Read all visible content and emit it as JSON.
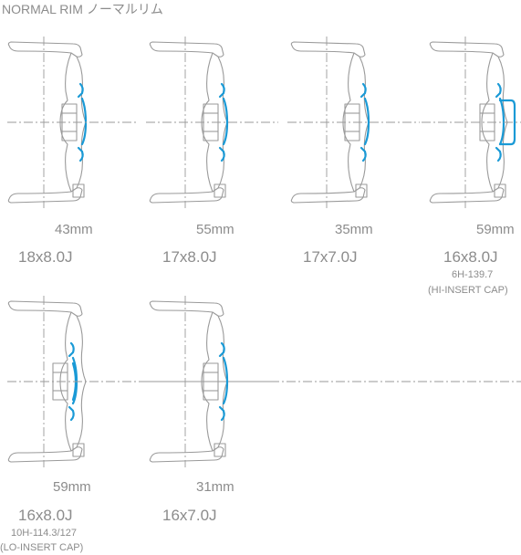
{
  "title": "NORMAL RIM ノーマルリム",
  "colors": {
    "outline": "#9a9a9a",
    "accent": "#1a9ad6",
    "centerline": "#9a9a9a"
  },
  "wheels": [
    {
      "offset": "43mm",
      "size": "18x8.0J",
      "note1": "",
      "note2": ""
    },
    {
      "offset": "55mm",
      "size": "17x8.0J",
      "note1": "",
      "note2": ""
    },
    {
      "offset": "35mm",
      "size": "17x7.0J",
      "note1": "",
      "note2": ""
    },
    {
      "offset": "59mm",
      "size": "16x8.0J",
      "note1": "6H-139.7",
      "note2": "(HI-INSERT CAP)"
    },
    {
      "offset": "59mm",
      "size": "16x8.0J",
      "note1": "10H-114.3/127",
      "note2": "(LO-INSERT CAP)"
    },
    {
      "offset": "31mm",
      "size": "16x7.0J",
      "note1": "",
      "note2": ""
    }
  ]
}
